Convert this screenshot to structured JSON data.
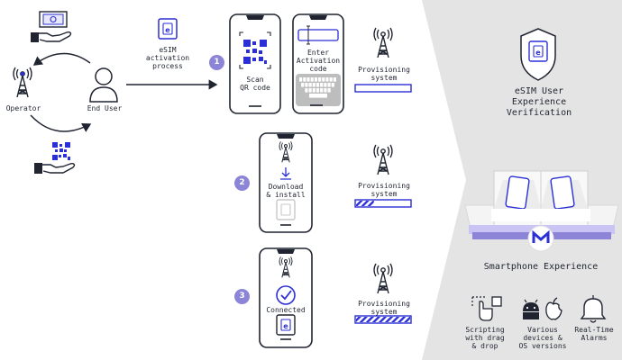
{
  "colors": {
    "accent": "#8b84d7",
    "brand": "#2b2fd6",
    "ink": "#1f2430",
    "panel": "#e6e6e6"
  },
  "left": {
    "operator_label": "Operator",
    "end_user_label": "End User",
    "process_label": "eSIM\nactivation\nprocess"
  },
  "steps": [
    {
      "number": "1",
      "scan_label": "Scan\nQR code",
      "enter_label": "Enter\nActivation\ncode",
      "system_label": "Provisioning\nsystem",
      "progress": 0.0
    },
    {
      "number": "2",
      "action_label": "Download\n& install",
      "system_label": "Provisioning\nsystem",
      "progress": 0.33
    },
    {
      "number": "3",
      "action_label": "Connected",
      "system_label": "Provisioning\nsystem",
      "progress": 1.0
    }
  ],
  "right": {
    "verification_label": "eSIM User\nExperience\nVerification",
    "smartphone_label": "Smartphone Experience",
    "features": [
      {
        "icon": "drag-drop-icon",
        "label": "Scripting\nwith drag\n& drop"
      },
      {
        "icon": "android-apple-icon",
        "label": "Various\ndevices &\nOS versions"
      },
      {
        "icon": "bell-icon",
        "label": "Real-Time\nAlarms"
      }
    ]
  }
}
